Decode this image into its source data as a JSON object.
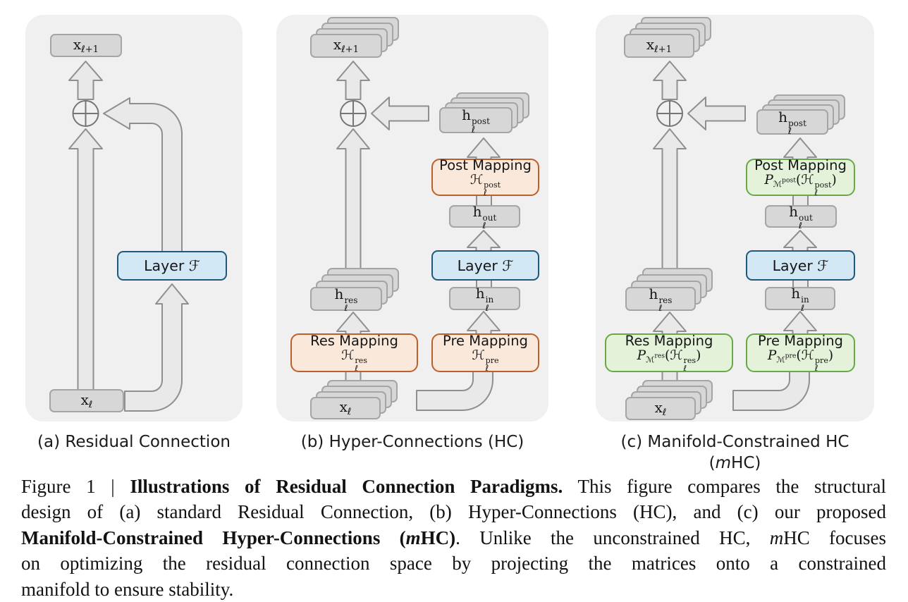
{
  "colors": {
    "panel_bg": "#f0f0f1",
    "gray_box_fill": "#d7d7d8",
    "gray_box_border": "#a5a5a7",
    "blue_fill": "#d3e8f5",
    "blue_border": "#20587a",
    "orange_fill": "#fae8da",
    "orange_border": "#bb5f2d",
    "green_fill": "#e4f2da",
    "green_border": "#68a848",
    "arrow_fill": "#e9e9ea",
    "arrow_stroke": "#8f8f91"
  },
  "labels": {
    "x_next": [
      {
        "t": "x"
      },
      {
        "t": "ℓ+1",
        "c": "sub"
      }
    ],
    "x_cur": [
      {
        "t": "x"
      },
      {
        "t": "ℓ",
        "c": "sub"
      }
    ],
    "h_post": [
      {
        "t": "h"
      },
      {
        "sup": "post",
        "sub": "ℓ"
      }
    ],
    "h_out": [
      {
        "t": "h"
      },
      {
        "sup": "out",
        "sub": "ℓ"
      }
    ],
    "h_in": [
      {
        "t": "h"
      },
      {
        "sup": "in",
        "sub": "ℓ"
      }
    ],
    "h_res": [
      {
        "t": "h"
      },
      {
        "sup": "res",
        "sub": "ℓ"
      }
    ],
    "layer": [
      {
        "t": "Layer "
      },
      {
        "t": "ℱ",
        "c": "scr"
      }
    ],
    "sum_symbol": "⊕"
  },
  "panel_a": {
    "caption": [
      {
        "t": "(a) Residual Connection"
      }
    ]
  },
  "panel_b": {
    "caption": [
      {
        "t": "(b) Hyper-Connections (HC)"
      }
    ],
    "post_mapping": {
      "title": "Post Mapping",
      "math": [
        {
          "t": "ℋ",
          "c": "scr"
        },
        {
          "sup": "post",
          "sub": "ℓ"
        }
      ]
    },
    "res_mapping": {
      "title": "Res Mapping",
      "math": [
        {
          "t": "ℋ",
          "c": "scr"
        },
        {
          "sup": "res",
          "sub": "ℓ"
        }
      ]
    },
    "pre_mapping": {
      "title": "Pre Mapping",
      "math": [
        {
          "t": "ℋ",
          "c": "scr"
        },
        {
          "sup": "pre",
          "sub": "ℓ"
        }
      ]
    }
  },
  "panel_c": {
    "caption": [
      {
        "t": "(c) Manifold-Constrained HC ("
      },
      {
        "t": "m",
        "c": "i"
      },
      {
        "t": "HC)"
      }
    ],
    "post_mapping": {
      "title": "Post Mapping",
      "math": [
        {
          "t": "P",
          "c": "scr"
        },
        {
          "t": "ℳ",
          "c": "msub"
        },
        {
          "t": "post",
          "c": "msup"
        },
        {
          "t": "("
        },
        {
          "t": "ℋ",
          "c": "scr"
        },
        {
          "sup": "post",
          "sub": "ℓ"
        },
        {
          "t": ")"
        }
      ]
    },
    "res_mapping": {
      "title": "Res Mapping",
      "math": [
        {
          "t": "P",
          "c": "scr"
        },
        {
          "t": "ℳ",
          "c": "msub"
        },
        {
          "t": "res",
          "c": "msup"
        },
        {
          "t": "("
        },
        {
          "t": "ℋ",
          "c": "scr"
        },
        {
          "sup": "res",
          "sub": "ℓ"
        },
        {
          "t": ")"
        }
      ]
    },
    "pre_mapping": {
      "title": "Pre Mapping",
      "math": [
        {
          "t": "P",
          "c": "scr"
        },
        {
          "t": "ℳ",
          "c": "msub"
        },
        {
          "t": "pre",
          "c": "msup"
        },
        {
          "t": "("
        },
        {
          "t": "ℋ",
          "c": "scr"
        },
        {
          "sup": "pre",
          "sub": "ℓ"
        },
        {
          "t": ")"
        }
      ]
    }
  },
  "figure_caption": {
    "lines": [
      [
        {
          "t": "Figure 1 | "
        },
        {
          "t": "Illustrations of Residual Connection Paradigms.",
          "c": "b"
        },
        {
          "t": " This figure compares the structural"
        }
      ],
      [
        {
          "t": "design of (a) standard Residual Connection, (b) Hyper-Connections (HC), and (c) our proposed"
        }
      ],
      [
        {
          "t": "Manifold-Constrained Hyper-Connections (",
          "c": "b"
        },
        {
          "t": "m",
          "c": "bi"
        },
        {
          "t": "HC)",
          "c": "b"
        },
        {
          "t": ". Unlike the unconstrained HC, "
        },
        {
          "t": "m",
          "c": "i"
        },
        {
          "t": "HC focuses"
        }
      ],
      [
        {
          "t": "on optimizing the residual connection space by projecting the matrices onto a constrained"
        }
      ],
      [
        {
          "t": "manifold to ensure stability."
        }
      ]
    ]
  }
}
